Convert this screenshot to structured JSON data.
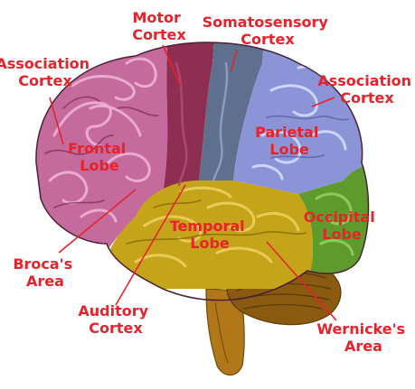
{
  "labels": {
    "motor_cortex": [
      "Motor",
      "Cortex"
    ],
    "somatosensory_cortex": [
      "Somatosensory",
      "Cortex"
    ],
    "association_cortex_left": [
      "Association",
      "Cortex"
    ],
    "association_cortex_right": [
      "Association",
      "Cortex"
    ],
    "frontal_lobe": [
      "Frontal",
      "Lobe"
    ],
    "parietal_lobe": [
      "Parietal",
      "Lobe"
    ],
    "temporal_lobe": [
      "Temporal",
      "Lobe"
    ],
    "occipital_lobe": [
      "Occipital",
      "Lobe"
    ],
    "brocas_area": [
      "Broca's",
      "Area"
    ],
    "auditory_cortex": [
      "Auditory",
      "Cortex"
    ],
    "wernickes_area": [
      "Wernicke's",
      "Area"
    ]
  },
  "colors": {
    "label": "#e8222a",
    "frontal": "#c46a9c",
    "motor": "#8e2f52",
    "somatosensory": "#5f708e",
    "parietal": "#8a94d6",
    "temporal": "#c6a41a",
    "occipital": "#5f9a2c",
    "cerebellum": "#8a5a10",
    "brainstem": "#b07818"
  }
}
